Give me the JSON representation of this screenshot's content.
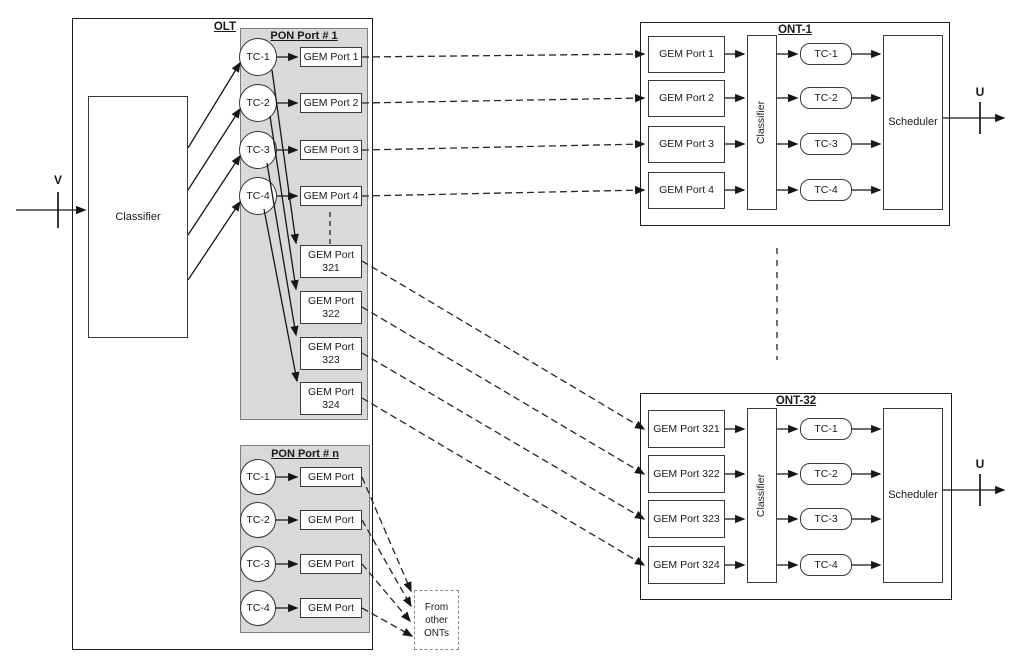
{
  "colors": {
    "panel_fill": "#d9d9d9",
    "line": "#161616"
  },
  "interfaces": {
    "v_label": "V",
    "u_label_ont1": "U",
    "u_label_ont32": "U"
  },
  "olt": {
    "title": "OLT",
    "classifier_label": "Classifier",
    "pon_port_1": {
      "title": "PON Port # 1",
      "tc_labels": [
        "TC-1",
        "TC-2",
        "TC-3",
        "TC-4"
      ],
      "gem_ports_upper": [
        "GEM Port 1",
        "GEM Port 2",
        "GEM Port 3",
        "GEM Port 4"
      ],
      "gem_ports_lower": [
        "GEM Port 321",
        "GEM Port 322",
        "GEM Port 323",
        "GEM Port 324"
      ]
    },
    "pon_port_n": {
      "title": "PON Port # n",
      "tc_labels": [
        "TC-1",
        "TC-2",
        "TC-3",
        "TC-4"
      ],
      "gem_ports": [
        "GEM Port",
        "GEM Port",
        "GEM Port",
        "GEM Port"
      ]
    }
  },
  "ont_1": {
    "title": "ONT-1",
    "gem_ports": [
      "GEM Port 1",
      "GEM Port 2",
      "GEM Port 3",
      "GEM Port 4"
    ],
    "classifier_label": "Classifier",
    "tc_labels": [
      "TC-1",
      "TC-2",
      "TC-3",
      "TC-4"
    ],
    "scheduler_label": "Scheduler"
  },
  "ont_32": {
    "title": "ONT-32",
    "gem_ports": [
      "GEM Port 321",
      "GEM Port 322",
      "GEM Port 323",
      "GEM Port 324"
    ],
    "classifier_label": "Classifier",
    "tc_labels": [
      "TC-1",
      "TC-2",
      "TC-3",
      "TC-4"
    ],
    "scheduler_label": "Scheduler"
  },
  "annotations": {
    "from_other_onts": "From other ONTs"
  }
}
